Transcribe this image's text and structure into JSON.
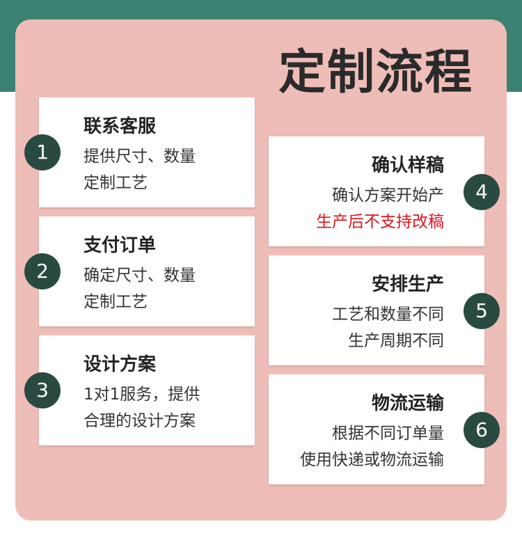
{
  "title": "定制流程",
  "steps_left": [
    {
      "number": "1",
      "heading": "联系客服",
      "line1": "提供尺寸、数量",
      "line2": "定制工艺"
    },
    {
      "number": "2",
      "heading": "支付订单",
      "line1": "确定尺寸、数量",
      "line2": "定制工艺"
    },
    {
      "number": "3",
      "heading": "设计方案",
      "line1": "1对1服务，提供",
      "line2": "合理的设计方案"
    }
  ],
  "steps_right": [
    {
      "number": "4",
      "heading": "确认样稿",
      "line1": "确认方案开始产",
      "line2": "生产后不支持改稿"
    },
    {
      "number": "5",
      "heading": "安排生产",
      "line1": "工艺和数量不同",
      "line2": "生产周期不同"
    },
    {
      "number": "6",
      "heading": "物流运输",
      "line1": "根据不同订单量",
      "line2": "使用快递或物流运输"
    }
  ],
  "colors": {
    "band": "#3c8273",
    "panel": "#efbdb8",
    "badge": "#294a41",
    "warning": "#e0141e"
  }
}
